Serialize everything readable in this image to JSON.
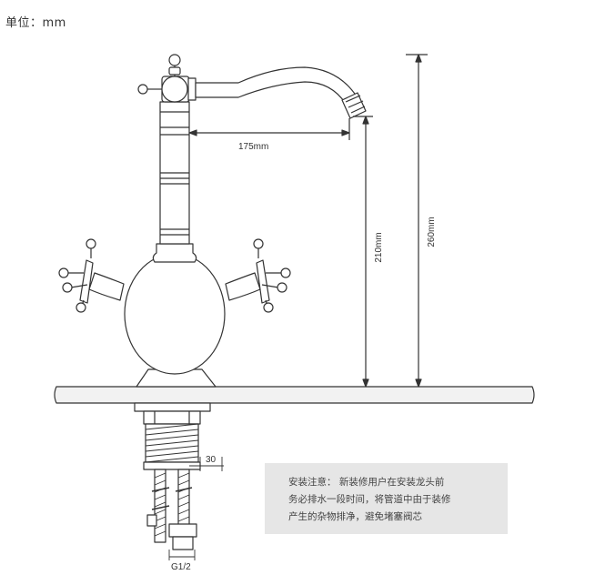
{
  "unit_label": "单位：mm",
  "dimensions": {
    "spout_reach": "175mm",
    "spout_height": "210mm",
    "total_height": "260mm",
    "pipe_offset": "30",
    "thread": "G1/2"
  },
  "install_note": {
    "lines": [
      "安装注意： 新装修用户在安装龙头前",
      "务必排水一段时间，将管道中由于装修",
      "产生的杂物排净，避免堵塞阀芯"
    ]
  }
}
